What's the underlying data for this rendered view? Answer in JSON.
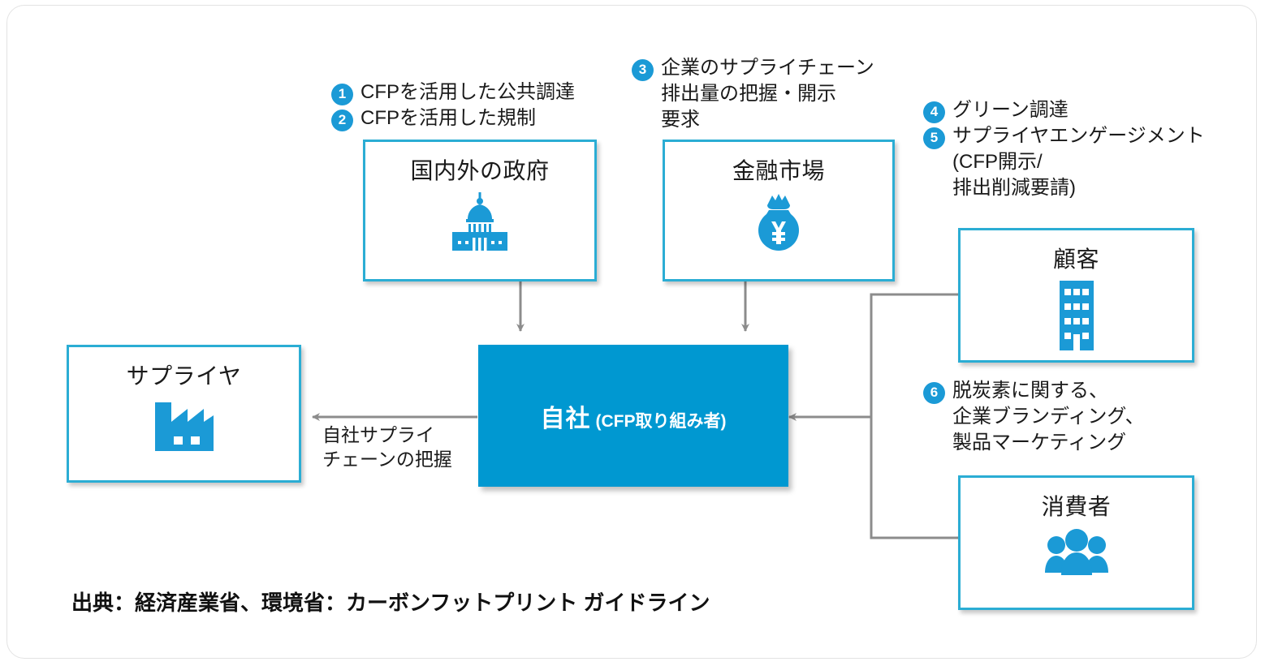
{
  "diagram": {
    "title_note": "出典：経済産業省、環境省：カーボンフットプリント ガイドライン",
    "accent_color": "#0098d1",
    "border_color": "#2badd4",
    "connector_color": "#8c8c8c",
    "nodes": [
      {
        "id": "government",
        "label": "国内外の政府",
        "icon": "capitol-building-icon"
      },
      {
        "id": "financial-market",
        "label": "金融市場",
        "icon": "money-bag-yen-icon"
      },
      {
        "id": "customer",
        "label": "顧客",
        "icon": "office-building-icon"
      },
      {
        "id": "consumer",
        "label": "消費者",
        "icon": "people-group-icon"
      },
      {
        "id": "supplier",
        "label": "サプライヤ",
        "icon": "factory-icon"
      },
      {
        "id": "own-company",
        "label_main": "自社",
        "label_sub": "(CFP取り組み者)",
        "icon": "none"
      }
    ],
    "annotations": [
      {
        "id": "government-anno",
        "items": [
          {
            "number": "1",
            "lines": [
              "CFPを活用した公共調達"
            ]
          },
          {
            "number": "2",
            "lines": [
              "CFPを活用した規制"
            ]
          }
        ]
      },
      {
        "id": "financial-anno",
        "items": [
          {
            "number": "3",
            "lines": [
              "企業のサプライチェーン",
              "排出量の把握・開示",
              "要求"
            ]
          }
        ]
      },
      {
        "id": "customer-anno",
        "items": [
          {
            "number": "4",
            "lines": [
              "グリーン調達"
            ]
          },
          {
            "number": "5",
            "lines": [
              "サプライヤエンゲージメント",
              "(CFP開示/",
              "排出削減要請)"
            ]
          }
        ]
      },
      {
        "id": "consumer-anno",
        "items": [
          {
            "number": "6",
            "lines": [
              "脱炭素に関する、",
              "企業ブランディング、",
              "製品マーケティング"
            ]
          }
        ]
      }
    ],
    "edge_labels": [
      {
        "id": "supplier-edge",
        "lines": [
          "自社サプライ",
          "チェーンの把握"
        ]
      }
    ]
  }
}
